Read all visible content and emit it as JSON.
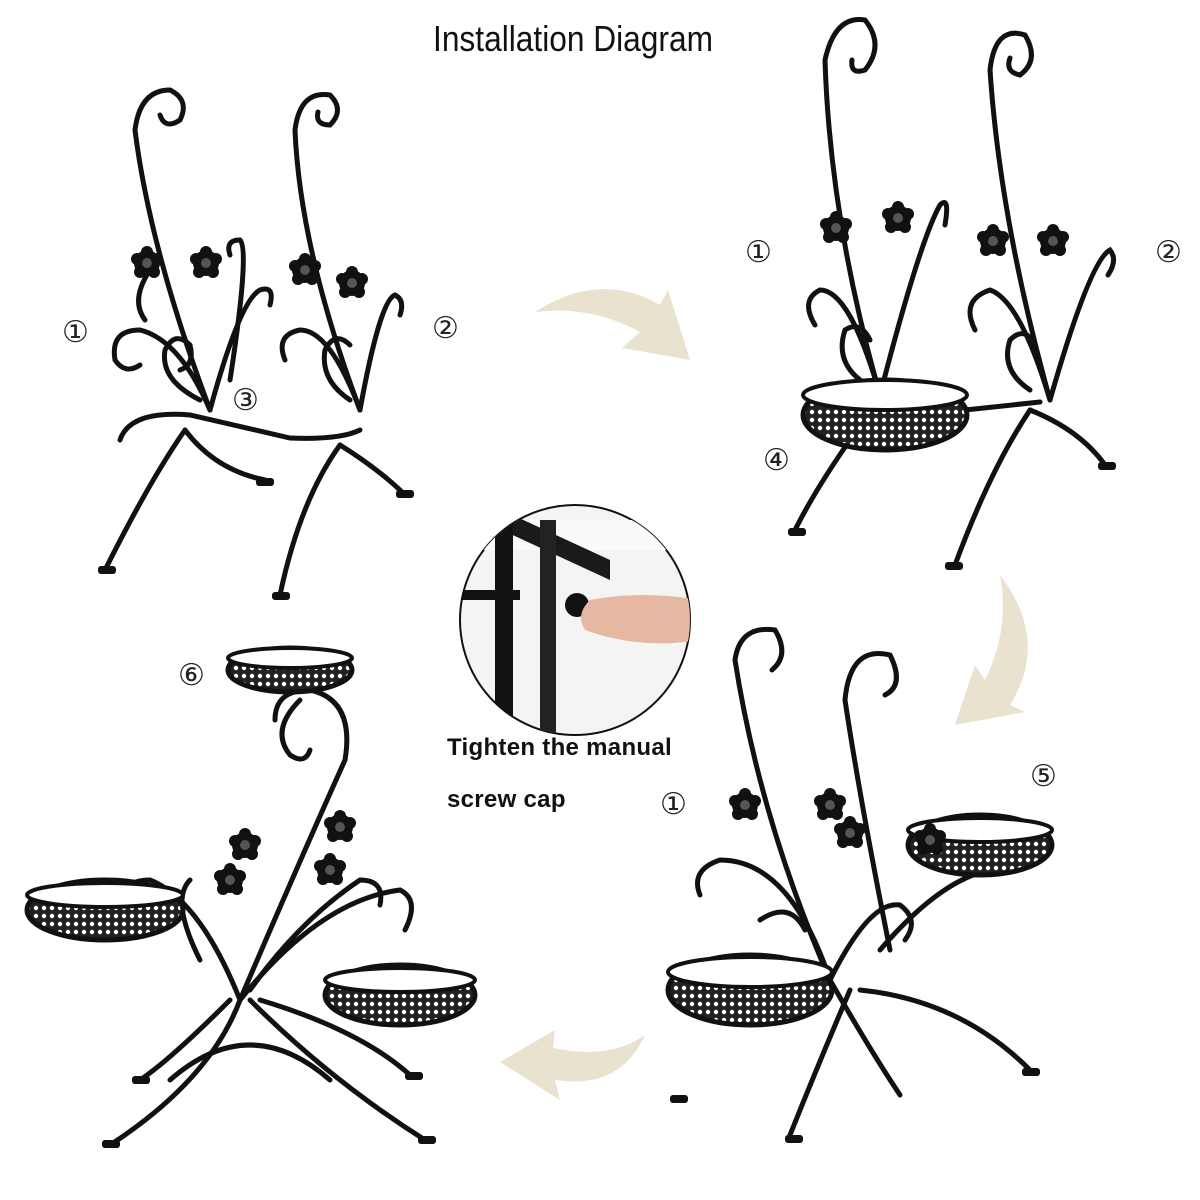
{
  "title": "Installation Diagram",
  "step1": {
    "labels": [
      "①",
      "②",
      "③"
    ]
  },
  "step2": {
    "labels": [
      "①",
      "②",
      "④"
    ]
  },
  "step3": {
    "labels": [
      "①",
      "⑤"
    ]
  },
  "step4": {
    "labels": [
      "⑥"
    ]
  },
  "detail": {
    "caption_line1": "Tighten the manual",
    "caption_line2": "screw cap"
  },
  "colors": {
    "metal": "#111111",
    "arrow": "#e9e2cf",
    "text": "#111111"
  }
}
